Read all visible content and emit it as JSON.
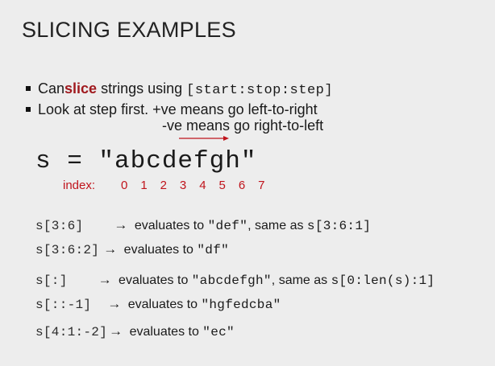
{
  "slide": {
    "title": "SLICING EXAMPLES",
    "bullets": {
      "b1_prefix": "Can ",
      "b1_keyword": "slice",
      "b1_mid": " strings using ",
      "b1_code": "[start:stop:step]",
      "b2_line1": "Look at step first. +ve means go left-to-right",
      "b2_line2": "-ve means go right-to-left"
    },
    "string_def": "s = \"abcdefgh\"",
    "index_label": "index:",
    "index_digits": [
      "0",
      "1",
      "2",
      "3",
      "4",
      "5",
      "6",
      "7"
    ],
    "accent_color": "#c0141c",
    "examples": [
      {
        "code": "s[3:6]",
        "arrow": "→",
        "text": " evaluates to ",
        "result": "\"def\"",
        "suffix": ", same as ",
        "same_as": "s[3:6:1]"
      },
      {
        "code": "s[3:6:2]",
        "arrow": "→",
        "text": " evaluates to ",
        "result": "\"df\""
      },
      {
        "code": "s[:]",
        "arrow": "→",
        "text": " evaluates to ",
        "result": "\"abcdefgh\"",
        "suffix": ", same as ",
        "same_as": "s[0:len(s):1]"
      },
      {
        "code": "s[::-1]",
        "arrow": "→",
        "text": " evaluates to ",
        "result": "\"hgfedcba\""
      },
      {
        "code": "s[4:1:-2]",
        "arrow": "→",
        "text": " evaluates to ",
        "result": "\"ec\""
      }
    ]
  }
}
